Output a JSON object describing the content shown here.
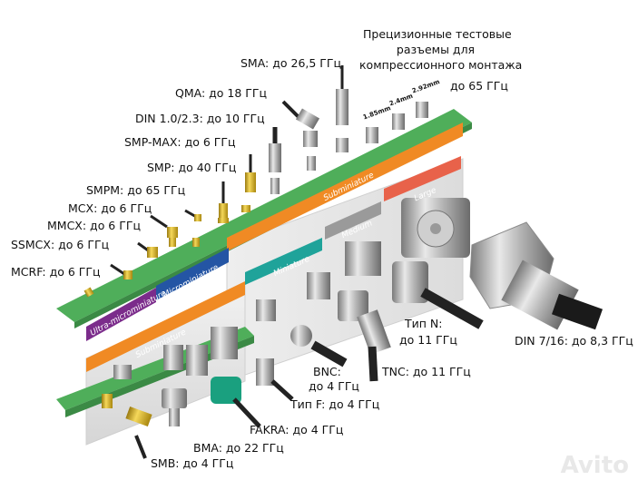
{
  "title_lines": [
    "Прецизионные тестовые",
    "разъемы для",
    "компрессионного монтажа"
  ],
  "title_range": "до 65 ГГц",
  "precision_sizes": [
    "1.85mm",
    "2.4mm",
    "2.92mm"
  ],
  "board_categories": {
    "ultra_micro": "Ultra-microminiature",
    "micro": "Microminiature",
    "subminiature_top": "Subminiature",
    "subminiature_bottom": "Subminiature",
    "miniature": "Miniature",
    "medium": "Medium",
    "large": "Large"
  },
  "category_colors": {
    "ultra_micro": "#7b2c8b",
    "micro": "#2455a4",
    "subminiature": "#f08a24",
    "miniature": "#1fa39a",
    "medium": "#9a9a9a",
    "large": "#e8624a",
    "board": "#4fae5a"
  },
  "connectors": {
    "sma": "SMA: до 26,5 ГГц",
    "qma": "QMA: до 18 ГГц",
    "din10": "DIN 1.0/2.3: до 10 ГГц",
    "smpmax": "SMP-MAX: до 6 ГГц",
    "smp": "SMP: до 40 ГГц",
    "smpm": "SMPM: до 65 ГГц",
    "mcx": "MCX: до 6 ГГц",
    "mmcx": "MMCX: до 6 ГГц",
    "ssmcx": "SSMCX: до 6 ГГц",
    "mcrf": "MCRF: до 6 ГГц",
    "n_line1": "Тип N:",
    "n_line2": "до 11 ГГц",
    "din716": "DIN 7/16: до 8,3 ГГц",
    "tnc": "TNC: до 11 ГГц",
    "bnc_line1": "BNC:",
    "bnc_line2": "до 4 ГГц",
    "f": "Тип F: до 4 ГГц",
    "fakra": "FAKRA: до 4 ГГц",
    "bma": "BMA: до 22 ГГц",
    "smb": "SMB: до 4 ГГц"
  },
  "watermark": "Avito"
}
